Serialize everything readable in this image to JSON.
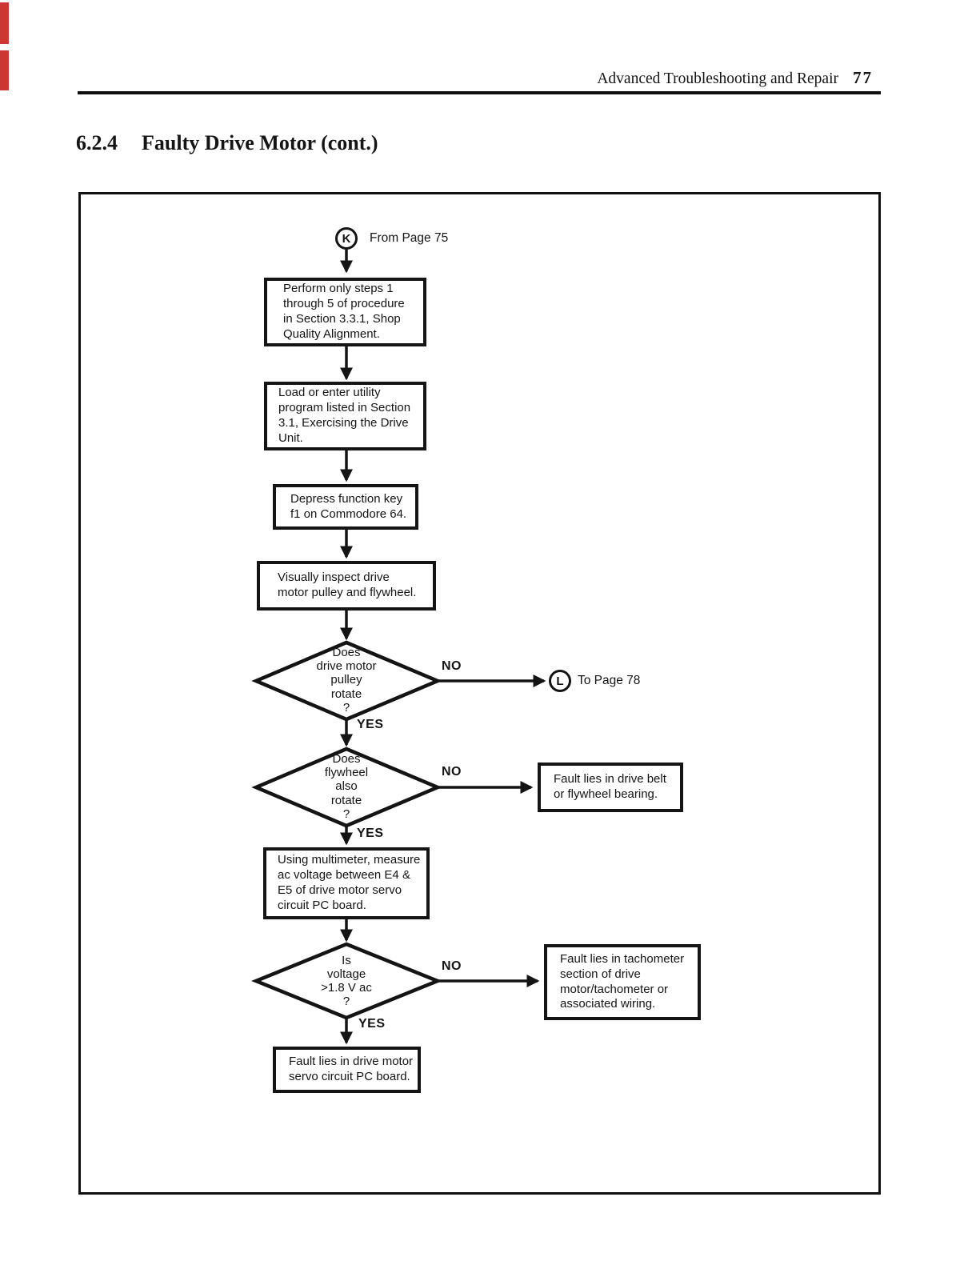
{
  "page": {
    "header_title": "Advanced Troubleshooting and Repair",
    "header_page_number": "77",
    "section_number": "6.2.4",
    "section_title": "Faulty Drive Motor (cont.)",
    "edge_mark_color": "#cc3734",
    "ink_color": "#141414"
  },
  "flowchart": {
    "start": {
      "label": "K",
      "caption": "From Page 75"
    },
    "offpage": {
      "label": "L",
      "caption": "To Page 78"
    },
    "labels": {
      "yes": "YES",
      "no": "NO"
    },
    "step1": {
      "lines": [
        "Perform only steps 1",
        "through 5 of procedure",
        "in Section 3.3.1, Shop",
        "Quality Alignment."
      ]
    },
    "step2": {
      "lines": [
        "Load or enter utility",
        "program listed in Section",
        "3.1, Exercising the Drive",
        "Unit."
      ]
    },
    "step3": {
      "lines": [
        "Depress function key",
        "f1 on Commodore 64."
      ]
    },
    "step4": {
      "lines": [
        "Visually inspect drive",
        "motor pulley and flywheel."
      ]
    },
    "decision1": {
      "lines": [
        "Does",
        "drive motor",
        "pulley",
        "rotate",
        "?"
      ]
    },
    "decision2": {
      "lines": [
        "Does",
        "flywheel",
        "also",
        "rotate",
        "?"
      ]
    },
    "step5": {
      "lines": [
        "Using multimeter, measure",
        "ac voltage between E4 &",
        "E5 of drive motor servo",
        "circuit PC board."
      ]
    },
    "decision3": {
      "lines": [
        "Is",
        "voltage",
        ">1.8 V ac",
        "?"
      ]
    },
    "result_belt": {
      "lines": [
        "Fault lies in drive belt",
        "or flywheel bearing."
      ]
    },
    "result_tachometer": {
      "lines": [
        "Fault lies in tachometer",
        "section of drive",
        "motor/tachometer or",
        "associated wiring."
      ]
    },
    "result_servo": {
      "lines": [
        "Fault lies in drive motor",
        "servo circuit PC board."
      ]
    }
  }
}
